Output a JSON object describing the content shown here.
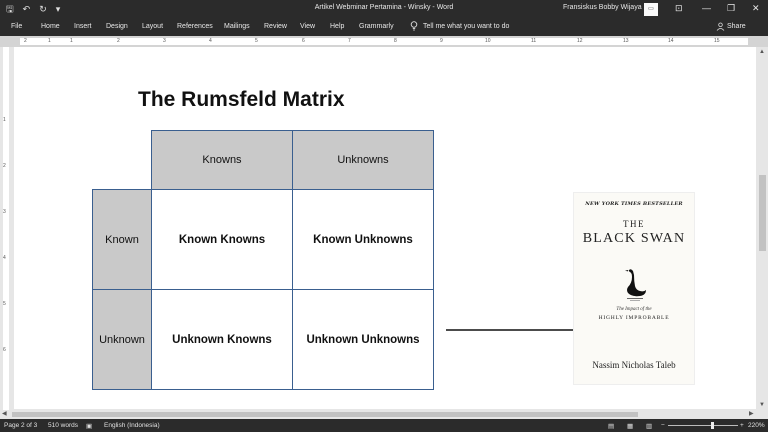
{
  "window": {
    "title": "Artikel Webminar Pertamina - Winsky  -  Word",
    "user": "Fransiskus Bobby Wijaya",
    "quick_access": {
      "save": "🖫",
      "undo": "↶",
      "redo": "↻",
      "customize": "▾"
    },
    "controls": {
      "minimize": "—",
      "maximize": "❐",
      "close": "✕",
      "ribbon_options": "⊡"
    }
  },
  "ribbon": {
    "tabs": [
      "File",
      "Home",
      "Insert",
      "Design",
      "Layout",
      "References",
      "Mailings",
      "Review",
      "View",
      "Help",
      "Grammarly"
    ],
    "tell_me": "Tell me what you want to do",
    "share": "Share"
  },
  "ruler": {
    "h_ticks": [
      "2",
      "1",
      "1",
      "2",
      "3",
      "4",
      "5",
      "6",
      "7",
      "8",
      "9",
      "10",
      "11",
      "12",
      "13",
      "14",
      "15"
    ],
    "v_ticks": [
      "1",
      "2",
      "3",
      "4",
      "5",
      "6"
    ]
  },
  "document": {
    "title": "The Rumsfeld Matrix",
    "matrix": {
      "col_headers": [
        "Knowns",
        "Unknowns"
      ],
      "row_headers": [
        "Known",
        "Unknown"
      ],
      "cells": [
        [
          "Known Knowns",
          "Known Unknowns"
        ],
        [
          "Unknown Knowns",
          "Unknown Unknowns"
        ]
      ]
    },
    "book": {
      "bestseller": "NEW YORK TIMES BESTSELLER",
      "the": "THE",
      "title": "BLACK SWAN",
      "subtitle": "The Impact of the",
      "subtitle2": "HIGHLY IMPROBABLE",
      "author": "Nassim Nicholas Taleb"
    }
  },
  "status": {
    "page": "Page 2 of 3",
    "words": "510 words",
    "language": "English (Indonesia)",
    "zoom": "220%",
    "zoom_minus": "−",
    "zoom_plus": "+"
  },
  "colors": {
    "chrome": "#2b2b2b",
    "grid_border": "#3a5f8f",
    "header_fill": "#c9c9c9"
  }
}
